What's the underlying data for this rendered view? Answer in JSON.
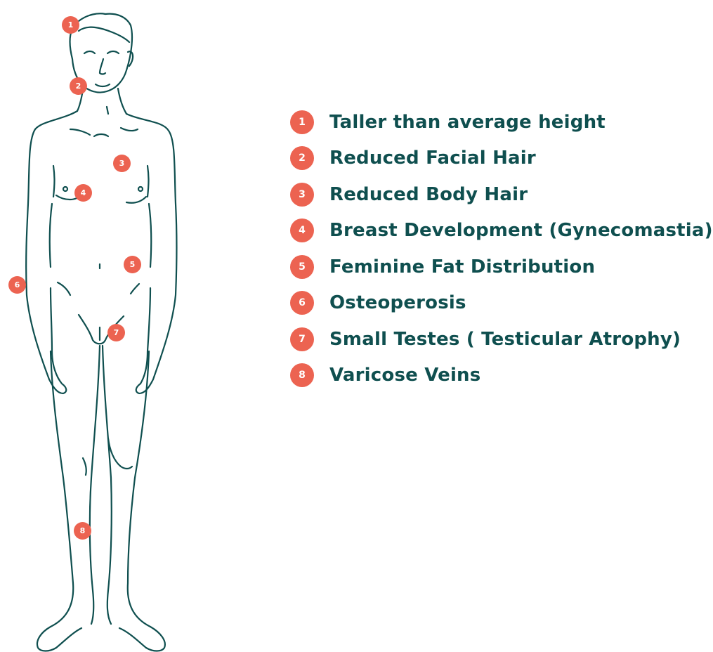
{
  "colors": {
    "outline": "#0f4f4f",
    "marker": "#ec6351",
    "text": "#0f4f4f"
  },
  "markers": [
    {
      "num": "1",
      "label": "Taller than average height"
    },
    {
      "num": "2",
      "label": "Reduced Facial Hair"
    },
    {
      "num": "3",
      "label": "Reduced Body Hair"
    },
    {
      "num": "4",
      "label": "Breast Development (Gynecomastia)"
    },
    {
      "num": "5",
      "label": "Feminine Fat Distribution"
    },
    {
      "num": "6",
      "label": "Osteoperosis"
    },
    {
      "num": "7",
      "label": "Small Testes ( Testicular Atrophy)"
    },
    {
      "num": "8",
      "label": "Varicose Veins"
    }
  ]
}
